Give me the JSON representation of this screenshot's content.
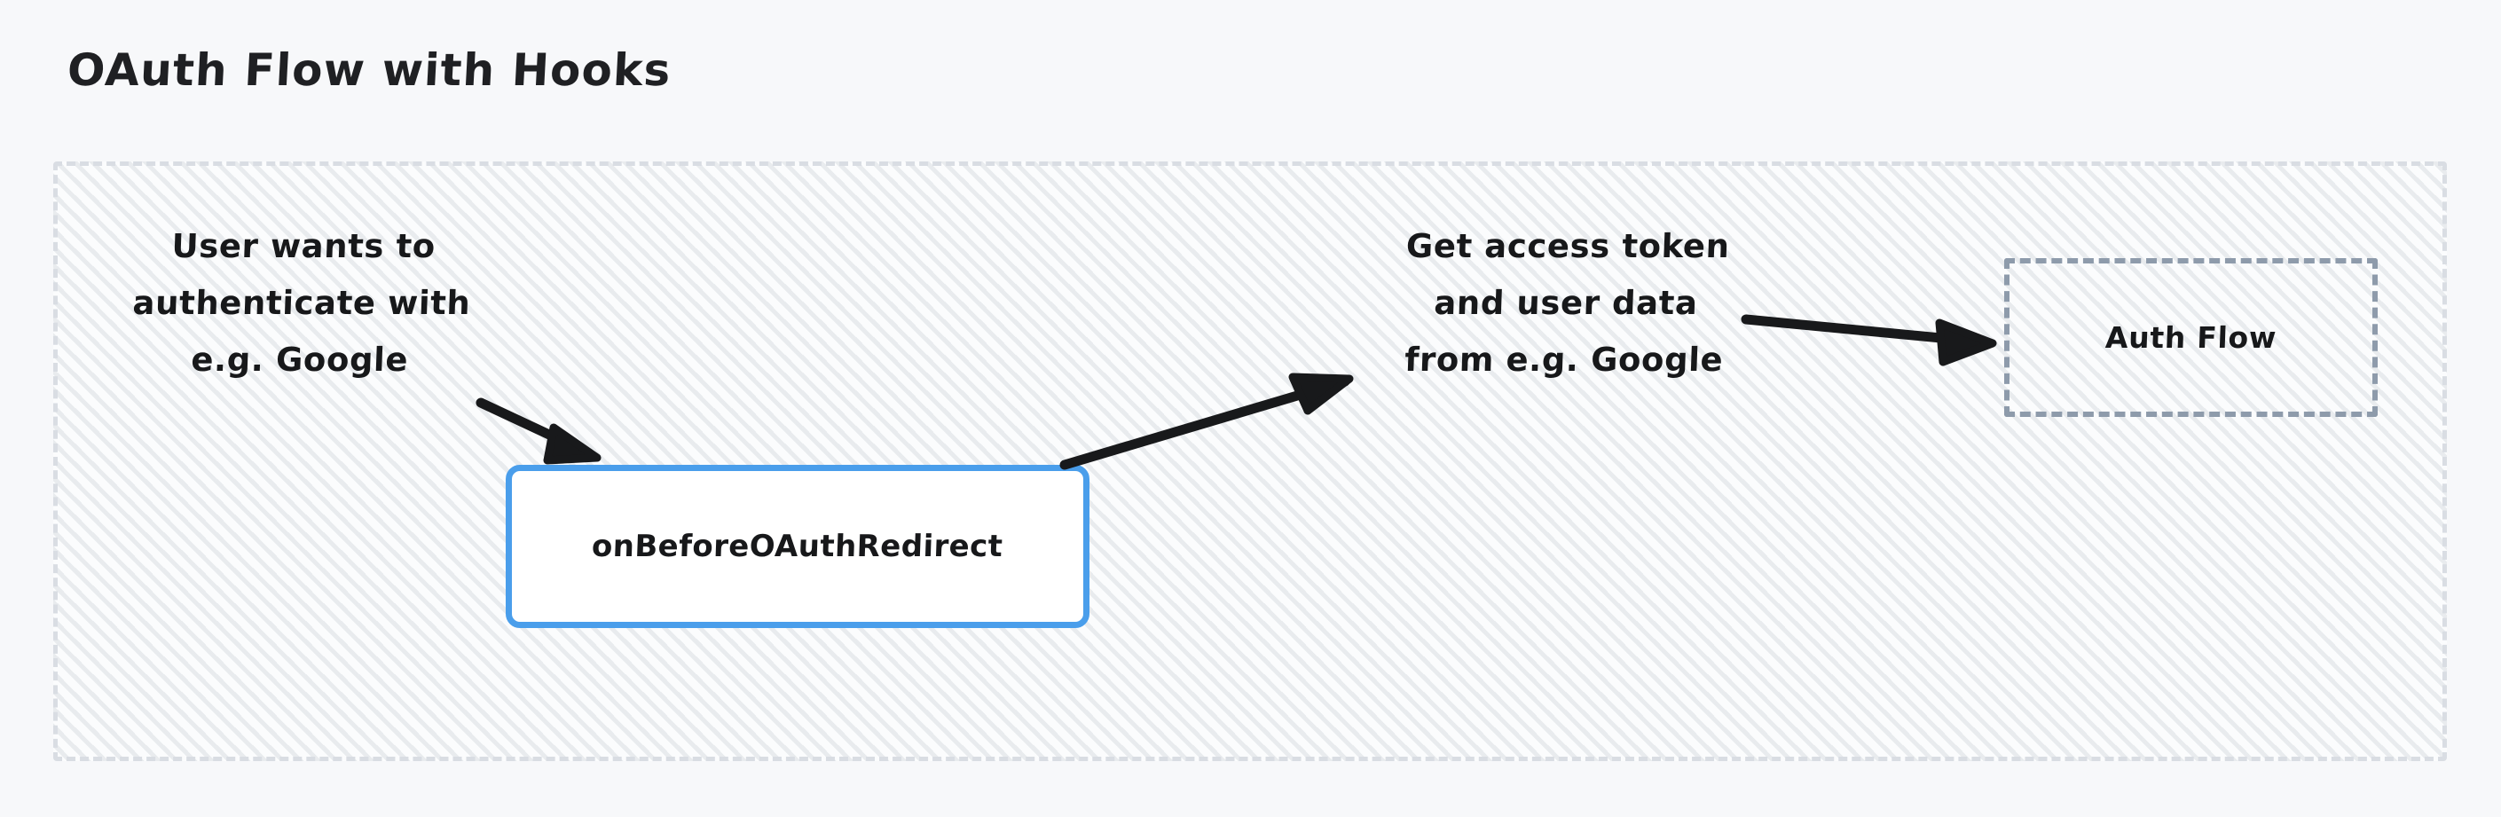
{
  "page": {
    "title": "OAuth Flow with Hooks",
    "background_color": "#f7f8fa"
  },
  "diagram": {
    "type": "flowchart",
    "style": "hand-drawn",
    "container": {
      "name": "oauth-flow-group",
      "border_style": "dashed",
      "border_color": "#d9dde3",
      "fill": "hatched"
    },
    "nodes": [
      {
        "id": "on-before-oauth-redirect",
        "label": "onBeforeOAuthRedirect",
        "shape": "rounded-rectangle",
        "border_color": "#4a9eeb",
        "fill_color": "#ffffff",
        "border_style": "solid"
      },
      {
        "id": "auth-flow",
        "label": "Auth Flow",
        "shape": "rectangle",
        "border_color": "#8e9bab",
        "fill_color": "transparent",
        "border_style": "dashed"
      }
    ],
    "labels": [
      {
        "id": "user-auth",
        "text": "User wants to\nauthenticate with\ne.g. Google"
      },
      {
        "id": "get-token",
        "text": "Get access token\nand user data\nfrom e.g. Google"
      }
    ],
    "edges": [
      {
        "id": "edge-user-to-hook",
        "from": "user-auth-label",
        "to": "on-before-oauth-redirect",
        "color": "#18191b",
        "arrowhead": "filled"
      },
      {
        "id": "edge-hook-to-token",
        "from": "on-before-oauth-redirect",
        "to": "get-token-label",
        "color": "#18191b",
        "arrowhead": "filled"
      },
      {
        "id": "edge-token-to-auth-flow",
        "from": "get-token-label",
        "to": "auth-flow",
        "color": "#18191b",
        "arrowhead": "filled"
      }
    ]
  }
}
